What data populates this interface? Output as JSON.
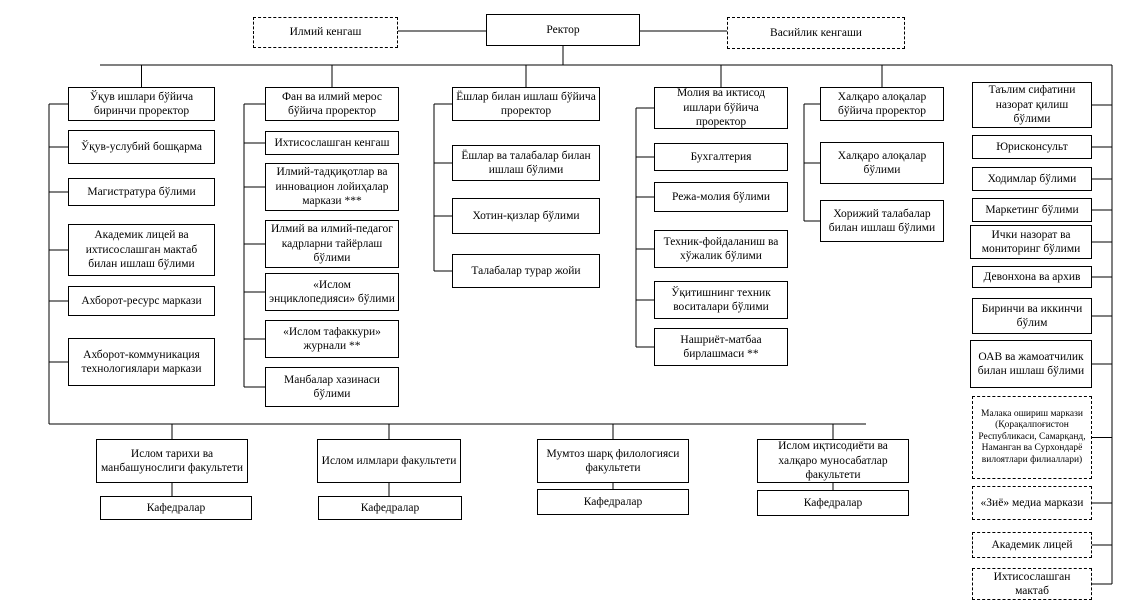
{
  "rector": "Ректор",
  "scientific_council": "Илмий кенгаш",
  "trustees_council": "Васийлик кенгаши",
  "branches": {
    "academic": {
      "head": "Ўқув ишлари бўйича биринчи проректор",
      "items": [
        "Ўқув-услубий бошқарма",
        "Магистратура бўлими",
        "Академик лицей ва ихтисослашган мактаб билан ишлаш бўлими",
        "Ахборот-ресурс маркази",
        "Ахборот-коммуникация технологиялари маркази"
      ]
    },
    "science": {
      "head": "Фан ва илмий мерос бўйича проректор",
      "items": [
        "Ихтисослашган кенгаш",
        "Илмий-тадқиқотлар ва инновацион лойиҳалар маркази ***",
        "Илмий ва илмий-педагог кадрларни тайёрлаш бўлими",
        "«Ислом энциклопедияси» бўлими",
        "«Ислом тафаккури» журнали **",
        "Манбалар хазинаси бўлими"
      ]
    },
    "youth": {
      "head": "Ёшлар билан ишлаш бўйича проректор",
      "items": [
        "Ёшлар ва талабалар билан ишлаш бўлими",
        "Хотин-қизлар бўлими",
        "Талабалар турар жойи"
      ]
    },
    "finance": {
      "head": "Молия ва иктисод ишлари бўйича проректор",
      "items": [
        "Бухгалтерия",
        "Режа-молия бўлими",
        "Техник-фойдаланиш ва хўжалик бўлими",
        "Ўқитишнинг техник воситалари бўлими",
        "Нашриёт-матбаа бирлашмаси **"
      ]
    },
    "international": {
      "head": "Халқаро алоқалар бўйича проректор",
      "items": [
        "Халқаро алоқалар бўлими",
        "Хорижий талабалар билан ишлаш бўлими"
      ]
    }
  },
  "right_column": [
    "Таълим сифатини назорат қилиш бўлими",
    "Юрисконсульт",
    "Ходимлар бўлими",
    "Маркетинг бўлими",
    "Ички назорат ва мониторинг бўлими",
    "Девонхона ва архив",
    "Биринчи ва иккинчи бўлим",
    "ОАВ ва жамоатчилик билан ишлаш бўлими",
    "Малака ошириш маркази (Қорақалпоғистон Республикаси, Самарқанд, Наманган ва Сурхондарё вилоятлари филиаллари)",
    "«Зиё» медиа маркази",
    "Академик лицей",
    "Ихтисослашган мактаб"
  ],
  "faculties": [
    "Ислом тарихи ва манбашунослиги факультети",
    "Ислом илмлари факультети",
    "Мумтоз шарқ филологияси факультети",
    "Ислом иқтисодиёти ва халқаро муносабатлар факультети"
  ],
  "departments_label": "Кафедралар"
}
